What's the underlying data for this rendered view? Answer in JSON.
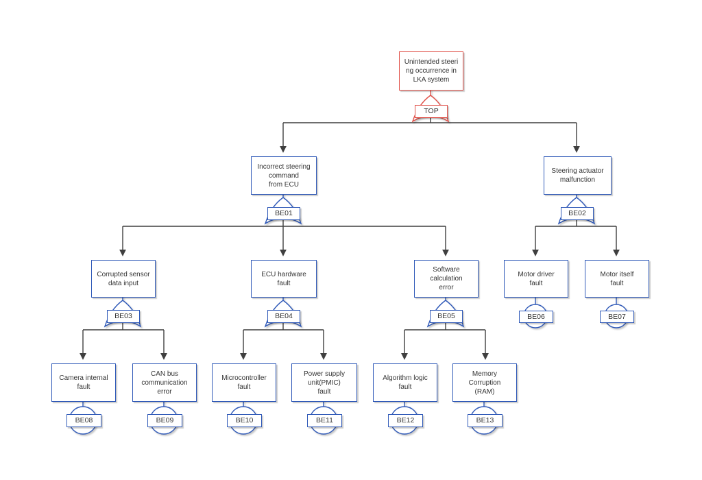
{
  "diagram": {
    "type": "fault-tree",
    "colors": {
      "top_event_stroke": "#e04f47",
      "event_stroke": "#2f59b8",
      "connector": "#3f3f3f",
      "text": "#333333",
      "fill": "#ffffff"
    },
    "nodes": {
      "TOP": {
        "tag": "TOP",
        "kind": "top-event",
        "gate": "OR",
        "label": "Unintended steeri\nng occurrence in\nLKA system"
      },
      "BE01": {
        "tag": "BE01",
        "kind": "intermediate-event",
        "gate": "OR",
        "label": "Incorrect steering\ncommand\nfrom ECU"
      },
      "BE02": {
        "tag": "BE02",
        "kind": "intermediate-event",
        "gate": "OR",
        "label": "Steering actuator\nmalfunction"
      },
      "BE03": {
        "tag": "BE03",
        "kind": "intermediate-event",
        "gate": "OR",
        "label": "Corrupted sensor\ndata input"
      },
      "BE04": {
        "tag": "BE04",
        "kind": "intermediate-event",
        "gate": "OR",
        "label": "ECU hardware\nfault"
      },
      "BE05": {
        "tag": "BE05",
        "kind": "intermediate-event",
        "gate": "OR",
        "label": "Software\ncalculation\nerror"
      },
      "BE06": {
        "tag": "BE06",
        "kind": "basic-event",
        "label": "Motor driver\nfault"
      },
      "BE07": {
        "tag": "BE07",
        "kind": "basic-event",
        "label": "Motor itself\nfault"
      },
      "BE08": {
        "tag": "BE08",
        "kind": "basic-event",
        "label": "Camera internal\nfault"
      },
      "BE09": {
        "tag": "BE09",
        "kind": "basic-event",
        "label": "CAN bus\ncommunication\nerror"
      },
      "BE10": {
        "tag": "BE10",
        "kind": "basic-event",
        "label": "Microcontroller\nfault"
      },
      "BE11": {
        "tag": "BE11",
        "kind": "basic-event",
        "label": "Power supply\nunit(PMIC)\nfault"
      },
      "BE12": {
        "tag": "BE12",
        "kind": "basic-event",
        "label": "Algorithm logic\nfault"
      },
      "BE13": {
        "tag": "BE13",
        "kind": "basic-event",
        "label": "Memory\nCorruption\n(RAM)"
      }
    },
    "edges": [
      {
        "from": "TOP",
        "to": "BE01"
      },
      {
        "from": "TOP",
        "to": "BE02"
      },
      {
        "from": "BE01",
        "to": "BE03"
      },
      {
        "from": "BE01",
        "to": "BE04"
      },
      {
        "from": "BE01",
        "to": "BE05"
      },
      {
        "from": "BE02",
        "to": "BE06"
      },
      {
        "from": "BE02",
        "to": "BE07"
      },
      {
        "from": "BE03",
        "to": "BE08"
      },
      {
        "from": "BE03",
        "to": "BE09"
      },
      {
        "from": "BE04",
        "to": "BE10"
      },
      {
        "from": "BE04",
        "to": "BE11"
      },
      {
        "from": "BE05",
        "to": "BE12"
      },
      {
        "from": "BE05",
        "to": "BE13"
      }
    ]
  }
}
